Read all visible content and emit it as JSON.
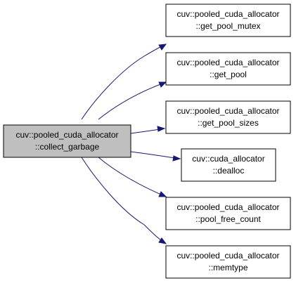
{
  "diagram": {
    "source": {
      "id": "collect_garbage",
      "label_line1": "cuv::pooled_cuda_allocator",
      "label_line2": "::collect_garbage",
      "fill": "#bfbfbf"
    },
    "targets": [
      {
        "id": "get_pool_mutex",
        "label_line1": "cuv::pooled_cuda_allocator",
        "label_line2": "::get_pool_mutex"
      },
      {
        "id": "get_pool",
        "label_line1": "cuv::pooled_cuda_allocator",
        "label_line2": "::get_pool"
      },
      {
        "id": "get_pool_sizes",
        "label_line1": "cuv::pooled_cuda_allocator",
        "label_line2": "::get_pool_sizes"
      },
      {
        "id": "dealloc",
        "label_line1": "cuv::cuda_allocator",
        "label_line2": "::dealloc"
      },
      {
        "id": "pool_free_count",
        "label_line1": "cuv::pooled_cuda_allocator",
        "label_line2": "::pool_free_count"
      },
      {
        "id": "memtype",
        "label_line1": "cuv::pooled_cuda_allocator",
        "label_line2": "::memtype"
      }
    ],
    "edge_color": "#191970",
    "node_fill": "#ffffff"
  }
}
